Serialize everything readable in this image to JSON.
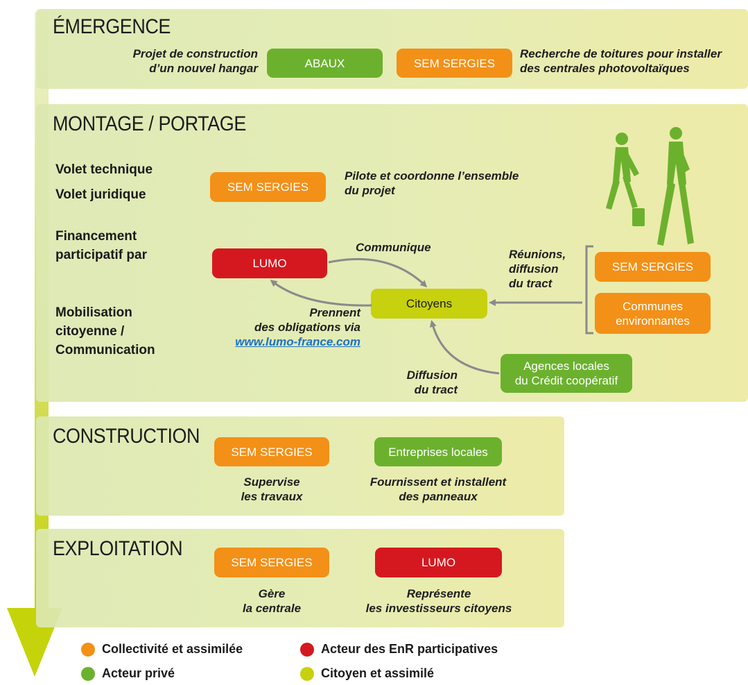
{
  "colors": {
    "collectivite": "#f39017",
    "acteur_enr": "#d5181f",
    "acteur_prive": "#6cb12e",
    "citoyen": "#c7d10e",
    "timeline_arrow": "#c5d30a",
    "connector": "#8a8a8a"
  },
  "emergence": {
    "title": "ÉMERGENCE",
    "note_left": [
      "Projet de construction",
      "d’un nouvel hangar"
    ],
    "box_abaux": "ABAUX",
    "box_sergies": "SEM SERGIES",
    "note_right": [
      "Recherche de toitures pour installer",
      "des centrales photovoltaïques"
    ]
  },
  "montage": {
    "title": "MONTAGE / PORTAGE",
    "label_technique": "Volet technique",
    "label_juridique": "Volet juridique",
    "label_financement": [
      "Financement",
      "participatif par"
    ],
    "label_mobilisation": [
      "Mobilisation",
      "citoyenne /",
      "Communication"
    ],
    "box_sergies": "SEM SERGIES",
    "note_pilote": [
      "Pilote et coordonne l’ensemble",
      "du projet"
    ],
    "box_lumo": "LUMO",
    "note_communique": "Communique",
    "box_citoyens": "Citoyens",
    "note_prennent": [
      "Prennent",
      "des obligations via"
    ],
    "link_lumo": "www.lumo-france.com",
    "note_reunions": [
      "Réunions,",
      "diffusion",
      "du tract"
    ],
    "box_sergies_right": "SEM SERGIES",
    "box_communes": [
      "Communes",
      "environnantes"
    ],
    "box_agences": [
      "Agences locales",
      "du Crédit coopératif"
    ],
    "note_diffusion": [
      "Diffusion",
      "du tract"
    ]
  },
  "construction": {
    "title": "CONSTRUCTION",
    "box_sergies": "SEM SERGIES",
    "note_supervise": [
      "Supervise",
      "les travaux"
    ],
    "box_entreprises": "Entreprises locales",
    "note_fournissent": [
      "Fournissent et installent",
      "des panneaux"
    ]
  },
  "exploitation": {
    "title": "EXPLOITATION",
    "box_sergies": "SEM SERGIES",
    "note_gere": [
      "Gère",
      "la centrale"
    ],
    "box_lumo": "LUMO",
    "note_represente": [
      "Représente",
      "les investisseurs citoyens"
    ]
  },
  "legend": {
    "collectivite": "Collectivité et assimilée",
    "acteur_enr": "Acteur des EnR participatives",
    "acteur_prive": "Acteur privé",
    "citoyen": "Citoyen et assimilé"
  }
}
